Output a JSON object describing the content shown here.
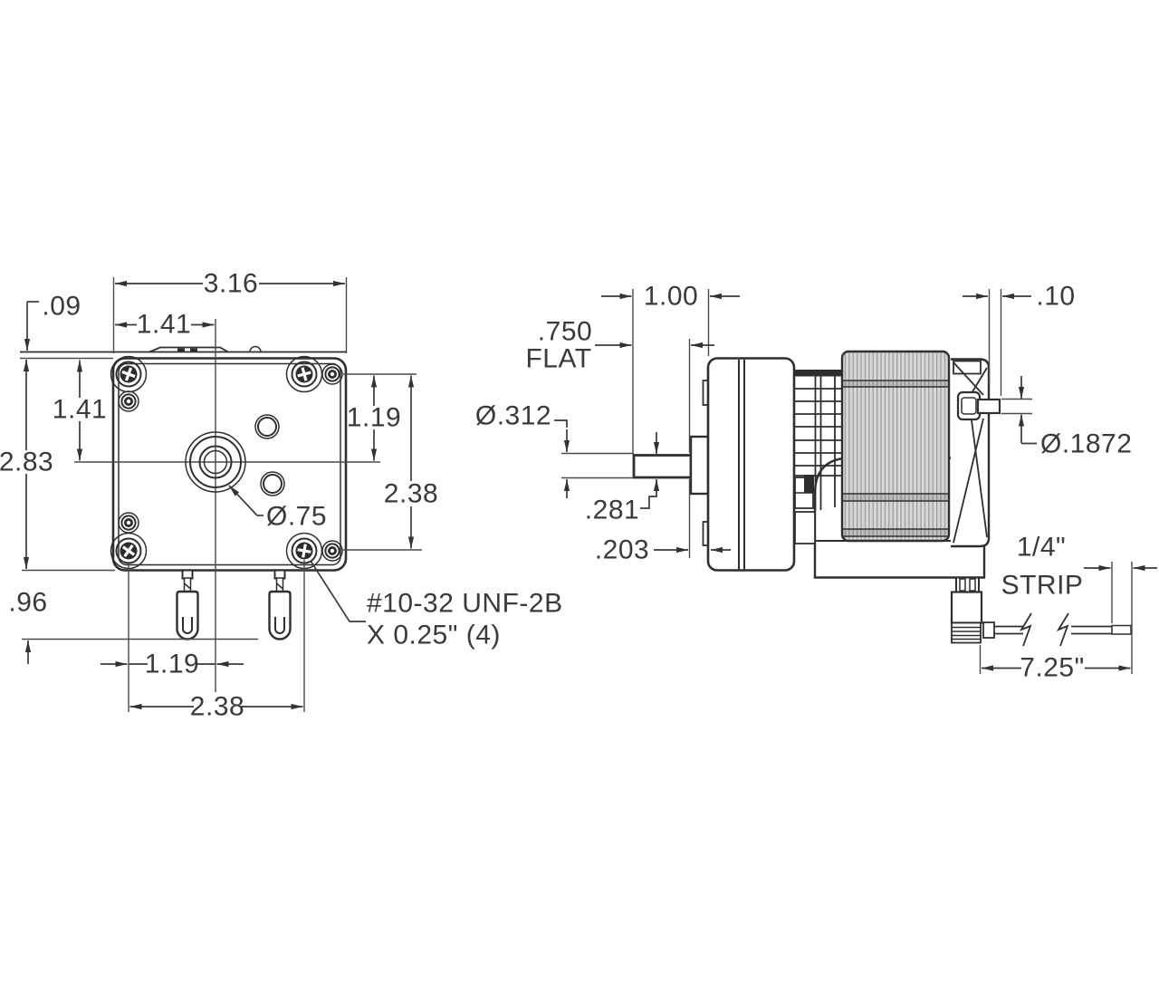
{
  "drawing_type": "gear-motor dimension drawing",
  "front_view": {
    "dims": {
      "overall_width": "3.16",
      "center_offset_h": "1.41",
      "plate_thickness": ".09",
      "center_offset_v": "1.41",
      "overall_height": "2.83",
      "terminal_length": ".96",
      "hole_to_center_v": "1.19",
      "hole_spacing_v": "2.38",
      "terminal_to_center": "1.19",
      "hole_spacing_h": "2.38",
      "boss_diameter": "Ø.75"
    },
    "notes": {
      "screw_spec_line1": "#10-32 UNF-2B",
      "screw_spec_line2": "X 0.25\" (4)"
    }
  },
  "side_view": {
    "dims": {
      "shaft_length": "1.00",
      "flat_length": ".750",
      "flat_label": "FLAT",
      "shaft_diameter": "Ø.312",
      "across_flat": ".281",
      "hub_length": ".203",
      "rear_shaft_extension": ".10",
      "rear_shaft_diameter": "Ø.1872",
      "lead_length": "7.25\""
    },
    "notes": {
      "strip_line1": "1/4\"",
      "strip_line2": "STRIP"
    }
  },
  "colors": {
    "line": "#2f2f2f",
    "dimension": "#3a3a3a",
    "background": "#ffffff",
    "lamination": "#d7d7d7",
    "lamination_stripe": "#9e9e9e"
  }
}
